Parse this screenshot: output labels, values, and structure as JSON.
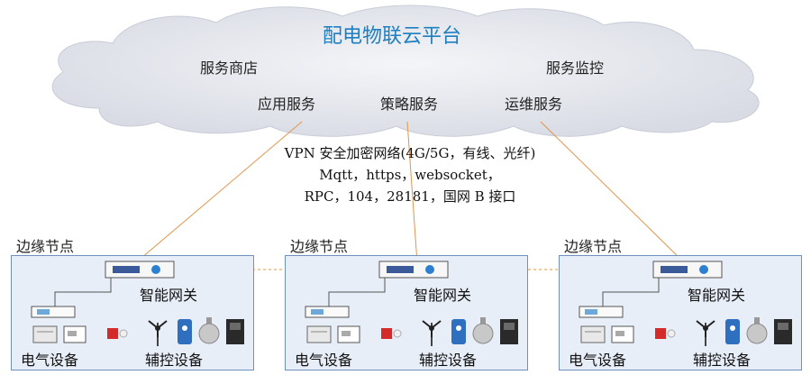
{
  "cloud": {
    "title": "配电物联云平台",
    "services": {
      "store": "服务商店",
      "monitor": "服务监控",
      "application": "应用服务",
      "strategy": "策略服务",
      "operations": "运维服务"
    }
  },
  "network": {
    "line1": "VPN 安全加密网络(4G/5G，有线、光纤)",
    "line2": "Mqtt，https，websocket，",
    "line3": "RPC，104，28181，国网 B 接口"
  },
  "edge_nodes": [
    {
      "title": "边缘节点",
      "gateway": "智能网关",
      "electrical": "电气设备",
      "auxiliary": "辅控设备"
    },
    {
      "title": "边缘节点",
      "gateway": "智能网关",
      "electrical": "电气设备",
      "auxiliary": "辅控设备"
    },
    {
      "title": "边缘节点",
      "gateway": "智能网关",
      "electrical": "电气设备",
      "auxiliary": "辅控设备"
    }
  ],
  "colors": {
    "cloud_fill": "#e6e8ee",
    "title_blue": "#1e7fc0",
    "link_orange": "#e0944a",
    "box_fill": "#e8eef8",
    "box_border": "#6f8fbf"
  }
}
